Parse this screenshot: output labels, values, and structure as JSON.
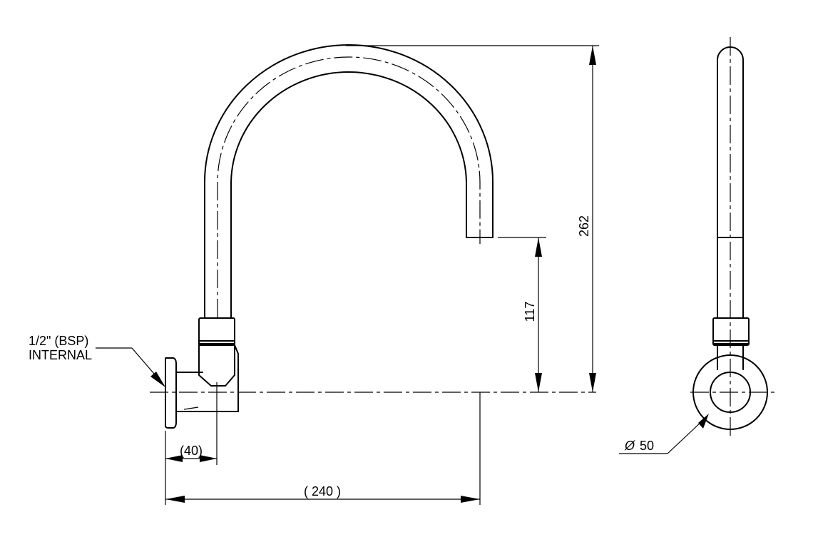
{
  "drawing": {
    "dimensions": {
      "height_total": "262",
      "outlet_height": "117",
      "reach": "( 240 )",
      "backplate_offset": "(40)",
      "diameter": "50"
    },
    "labels": {
      "thread_line1": "1/2\" (BSP)",
      "thread_line2": "INTERNAL",
      "diameter_symbol": "Ø"
    }
  }
}
